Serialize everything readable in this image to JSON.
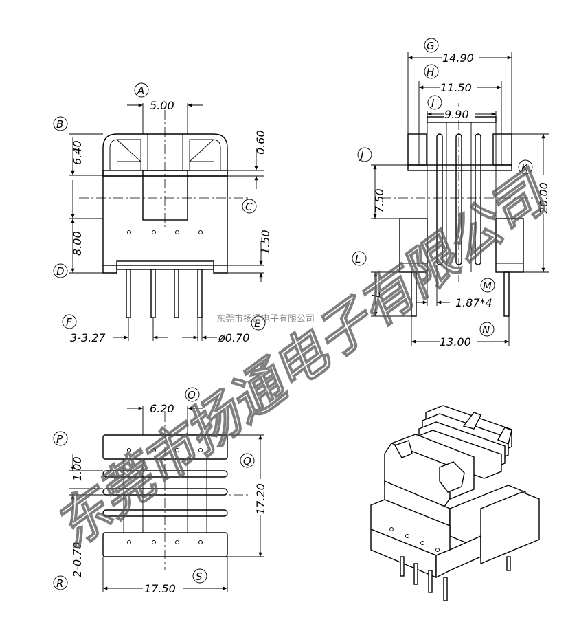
{
  "labels": {
    "A": "A",
    "B": "B",
    "C": "C",
    "D": "D",
    "E": "E",
    "F": "F",
    "G": "G",
    "H": "H",
    "I": "I",
    "J": "J",
    "K": "K",
    "L": "L",
    "M": "M",
    "N": "N",
    "O": "O",
    "P": "P",
    "Q": "Q",
    "R": "R",
    "S": "S"
  },
  "dims": {
    "front_width_top": "5.00",
    "front_top_height": "6.40",
    "front_gap": "0.60",
    "front_mid": "1.50",
    "front_bottom_height": "8.00",
    "pin_pitch": "3-3.27",
    "pin_dia": "ø0.70",
    "side_width_G": "14.90",
    "side_width_H": "11.50",
    "side_width_I": "9.90",
    "side_dim_J": "7.50",
    "side_height_K": "20.00",
    "side_dim_L": "L",
    "side_slots_M": "1.87*4",
    "side_base_N": "13.00",
    "top_dim_O": "6.20",
    "top_dim_P": "1.00",
    "top_height_Q": "17.20",
    "top_dim_R": "2-0.70",
    "top_width_S": "17.50"
  },
  "watermark": {
    "main": "东莞市扬通电子有限公司",
    "small": "东莞市扬通电子有限公司"
  }
}
